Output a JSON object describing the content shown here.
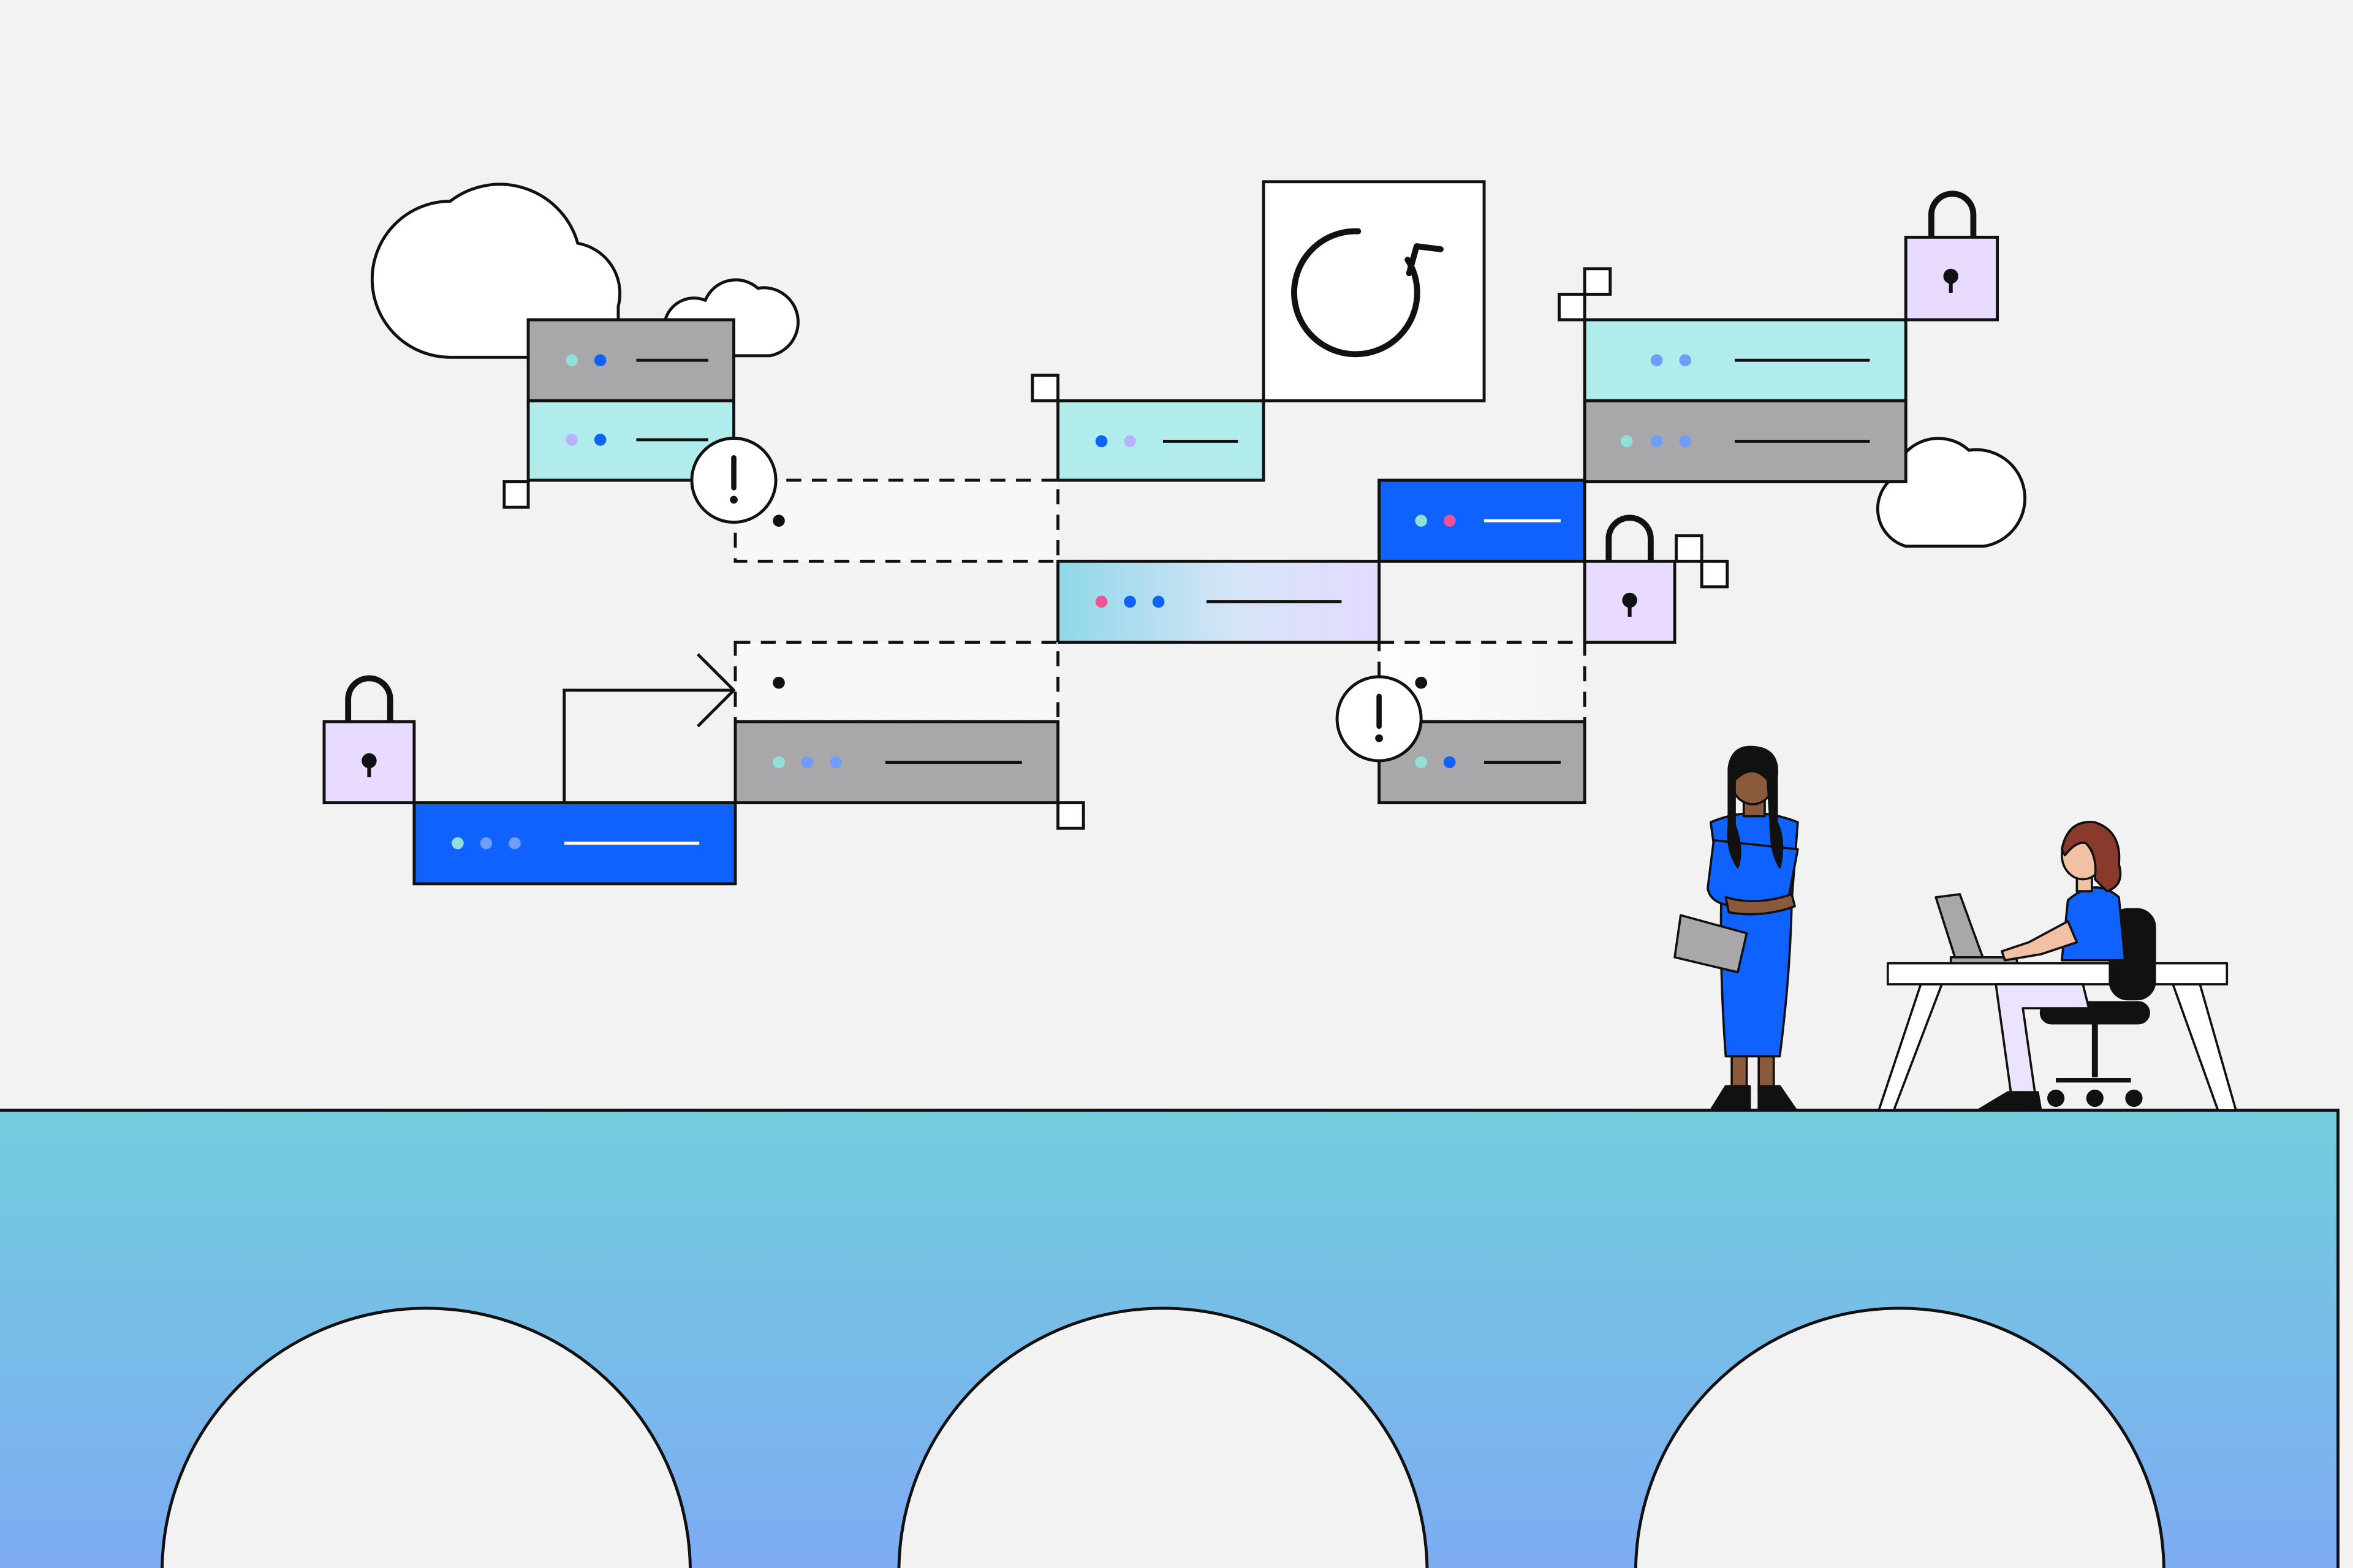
{
  "scene": {
    "background_color": "#f2f2f2",
    "bridge": {
      "arches": 3,
      "gradient_top": "#72cddd",
      "gradient_bottom": "#7eaaf4"
    },
    "icons": [
      "cloud-icon",
      "padlock-icon",
      "refresh-icon",
      "alert-icon",
      "arrow-icon"
    ],
    "people": [
      "person-standing-with-tablet",
      "person-seated-at-laptop"
    ]
  },
  "colors": {
    "outline": "#111111",
    "server_gray": "#a8a8aa",
    "server_teal": "#b0ecec",
    "server_blue": "#0f62fe",
    "lock_lilac": "#e8dbff",
    "dot_teal": "#8fe0d8",
    "dot_blue": "#0f62fe",
    "dot_light_blue": "#6f9cfd",
    "dot_lilac": "#b9b2ff",
    "dot_pink": "#ee5396",
    "skin_dark": "#8b5a3c",
    "skin_light": "#f2c1a4",
    "hair_red": "#8a3a2c",
    "pants_lilac": "#ece4ff"
  }
}
